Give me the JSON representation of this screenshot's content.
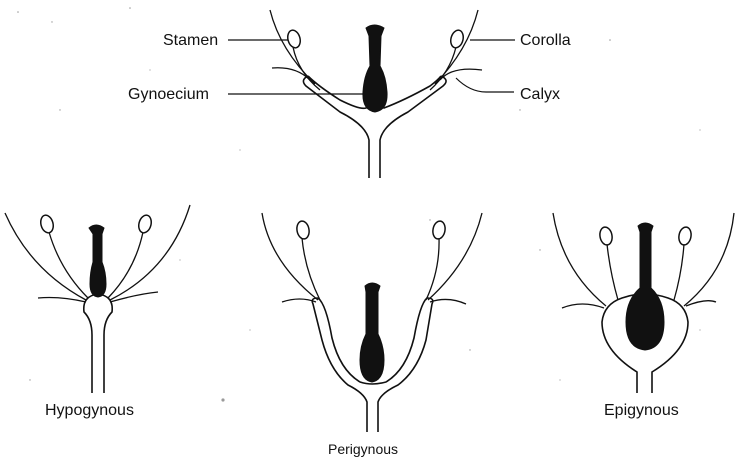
{
  "labels": {
    "stamen": "Stamen",
    "corolla": "Corolla",
    "gynoecium": "Gynoecium",
    "calyx": "Calyx",
    "hypogynous": "Hypogynous",
    "perigynous": "Perigynous",
    "epigynous": "Epigynous"
  }
}
